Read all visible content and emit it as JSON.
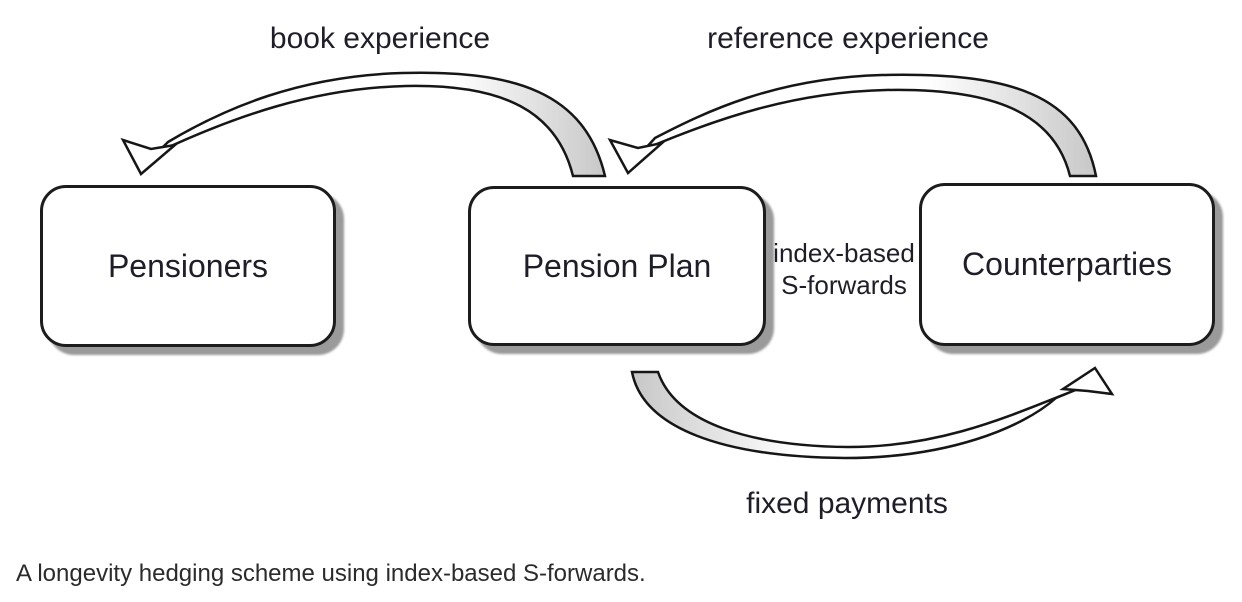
{
  "diagram": {
    "nodes": [
      {
        "id": "pensioners",
        "label": "Pensioners"
      },
      {
        "id": "pension-plan",
        "label": "Pension Plan"
      },
      {
        "id": "counterparties",
        "label": "Counterparties"
      }
    ],
    "edges": [
      {
        "id": "book-experience",
        "label": "book experience",
        "from": "Pension Plan",
        "to": "Pensioners"
      },
      {
        "id": "reference-experience",
        "label": "reference experience",
        "from": "Counterparties",
        "to": "Pension Plan"
      },
      {
        "id": "fixed-payments",
        "label": "fixed payments",
        "from": "Pension Plan",
        "to": "Counterparties"
      }
    ],
    "link_label": {
      "line1": "index-based",
      "line2": "S-forwards"
    },
    "colors": {
      "background": "#ffffff",
      "box_fill": "#ffffff",
      "box_border": "#1c1c1c",
      "box_shadow": "#9a9a9a",
      "arrow_outline": "#161616",
      "arrow_tail_fill": "#c8c8c8",
      "text": "#1e1e28"
    }
  },
  "caption": "A longevity hedging scheme using index-based S-forwards."
}
